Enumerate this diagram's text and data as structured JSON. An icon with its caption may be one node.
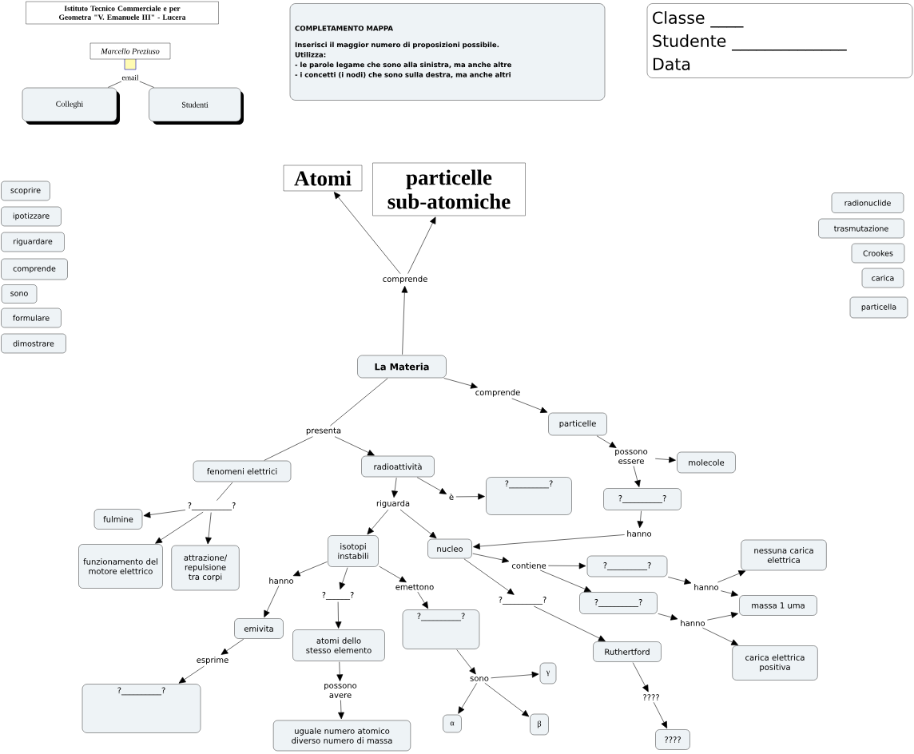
{
  "diagram": {
    "nodes": [
      {
        "text": [
          "Istituto Tecnico Commerciale e per Geometra \"V. Emanuele III\" - Lucera"
        ]
      },
      {
        "text": [
          "Marcello Preziuso"
        ]
      },
      {
        "text": [
          "email"
        ]
      },
      {
        "text": [
          "Colleghi"
        ]
      },
      {
        "text": [
          "Studenti"
        ]
      },
      {
        "text": [
          "COMPLETAMENTO MAPPA",
          "Inserisci il maggior numero di proposizioni possibile.",
          "Utilizza:",
          "- le parole legame che sono alla sinistra, ma anche altre",
          "- i concetti (i nodi) che sono sulla destra, ma anche altri"
        ]
      },
      {
        "text": [
          "Classe ____",
          "Studente ______________",
          "Data"
        ]
      },
      {
        "text": [
          "scoprire"
        ]
      },
      {
        "text": [
          "ipotizzare"
        ]
      },
      {
        "text": [
          "riguardare"
        ]
      },
      {
        "text": [
          "comprende"
        ]
      },
      {
        "text": [
          "sono"
        ]
      },
      {
        "text": [
          "formulare"
        ]
      },
      {
        "text": [
          "dimostrare"
        ]
      },
      {
        "text": [
          "radionuclide"
        ]
      },
      {
        "text": [
          "trasmutazione"
        ]
      },
      {
        "text": [
          "Crookes"
        ]
      },
      {
        "text": [
          "carica"
        ]
      },
      {
        "text": [
          "particella"
        ]
      },
      {
        "text": [
          "Atomi"
        ]
      },
      {
        "text": [
          "particelle sub-atomiche"
        ]
      },
      {
        "text": [
          "comprende"
        ]
      },
      {
        "text": [
          "La Materia"
        ]
      },
      {
        "text": [
          "comprende"
        ]
      },
      {
        "text": [
          "particelle"
        ]
      },
      {
        "text": [
          "possono essere"
        ]
      },
      {
        "text": [
          "molecole"
        ]
      },
      {
        "text": [
          "?__________?"
        ]
      },
      {
        "text": [
          "hanno"
        ]
      },
      {
        "text": [
          "presenta"
        ]
      },
      {
        "text": [
          "fenomeni elettrici"
        ]
      },
      {
        "text": [
          "radioattività"
        ]
      },
      {
        "text": [
          "?__________?"
        ]
      },
      {
        "text": [
          "fulmine"
        ]
      },
      {
        "text": [
          "funzionamento del motore elettrico"
        ]
      },
      {
        "text": [
          "attrazione/ repulsione tra corpi"
        ]
      },
      {
        "text": [
          "riguarda"
        ]
      },
      {
        "text": [
          "è"
        ]
      },
      {
        "text": [
          "?__________?"
        ]
      },
      {
        "text": [
          "isotopi instabili"
        ]
      },
      {
        "text": [
          "nucleo"
        ]
      },
      {
        "text": [
          "contiene"
        ]
      },
      {
        "text": [
          "?__________?"
        ]
      },
      {
        "text": [
          "?__________?"
        ]
      },
      {
        "text": [
          "hanno"
        ]
      },
      {
        "text": [
          "hanno"
        ]
      },
      {
        "text": [
          "nessuna carica elettrica"
        ]
      },
      {
        "text": [
          "massa 1 uma"
        ]
      },
      {
        "text": [
          "carica elettrica positiva"
        ]
      },
      {
        "text": [
          "hanno"
        ]
      },
      {
        "text": [
          "?______?"
        ]
      },
      {
        "text": [
          "emettono"
        ]
      },
      {
        "text": [
          "emivita"
        ]
      },
      {
        "text": [
          "atomi dello stesso elemento"
        ]
      },
      {
        "text": [
          "?__________?"
        ]
      },
      {
        "text": [
          "?__________?"
        ]
      },
      {
        "text": [
          "Ruthertford"
        ]
      },
      {
        "text": [
          "esprime"
        ]
      },
      {
        "text": [
          "?__________?"
        ]
      },
      {
        "text": [
          "possono avere"
        ]
      },
      {
        "text": [
          "uguale numero atomico diverso numero di massa"
        ]
      },
      {
        "text": [
          "sono"
        ]
      },
      {
        "text": [
          "γ"
        ]
      },
      {
        "text": [
          "α"
        ]
      },
      {
        "text": [
          "β"
        ]
      },
      {
        "text": [
          "????"
        ]
      },
      {
        "text": [
          "????"
        ]
      }
    ],
    "edges": [
      {
        "from": 2,
        "to": 3,
        "arrow": "none"
      },
      {
        "from": 2,
        "to": 4,
        "arrow": "none"
      },
      {
        "from": 22,
        "to": 21,
        "arrow": "to"
      },
      {
        "from": 21,
        "to": 19,
        "arrow": "to"
      },
      {
        "from": 21,
        "to": 20,
        "arrow": "to"
      },
      {
        "from": 22,
        "to": 23,
        "arrow": "to"
      },
      {
        "from": 23,
        "to": 24,
        "arrow": "to"
      },
      {
        "from": 24,
        "to": 25,
        "arrow": "to"
      },
      {
        "from": 25,
        "to": 26,
        "arrow": "to"
      },
      {
        "from": 25,
        "to": 27,
        "arrow": "to"
      },
      {
        "from": 27,
        "to": 28,
        "arrow": "to"
      },
      {
        "from": 28,
        "to": 40,
        "arrow": "to"
      },
      {
        "from": 22,
        "to": 29,
        "arrow": "none"
      },
      {
        "from": 29,
        "to": 30,
        "arrow": "none"
      },
      {
        "from": 29,
        "to": 31,
        "arrow": "to"
      },
      {
        "from": 30,
        "to": 32,
        "arrow": "none"
      },
      {
        "from": 32,
        "to": 33,
        "arrow": "to"
      },
      {
        "from": 32,
        "to": 34,
        "arrow": "to"
      },
      {
        "from": 32,
        "to": 35,
        "arrow": "to"
      },
      {
        "from": 31,
        "to": 36,
        "arrow": "to"
      },
      {
        "from": 31,
        "to": 37,
        "arrow": "to"
      },
      {
        "from": 37,
        "to": 38,
        "arrow": "to"
      },
      {
        "from": 36,
        "to": 39,
        "arrow": "to"
      },
      {
        "from": 36,
        "to": 40,
        "arrow": "to"
      },
      {
        "from": 40,
        "to": 41,
        "arrow": "to"
      },
      {
        "from": 41,
        "to": 42,
        "arrow": "to"
      },
      {
        "from": 41,
        "to": 43,
        "arrow": "to"
      },
      {
        "from": 42,
        "to": 44,
        "arrow": "to"
      },
      {
        "from": 43,
        "to": 45,
        "arrow": "to"
      },
      {
        "from": 44,
        "to": 46,
        "arrow": "to"
      },
      {
        "from": 44,
        "to": 47,
        "arrow": "to"
      },
      {
        "from": 45,
        "to": 47,
        "arrow": "to"
      },
      {
        "from": 45,
        "to": 48,
        "arrow": "to"
      },
      {
        "from": 40,
        "to": 55,
        "arrow": "to"
      },
      {
        "from": 55,
        "to": 56,
        "arrow": "to"
      },
      {
        "from": 56,
        "to": 65,
        "arrow": "to"
      },
      {
        "from": 65,
        "to": 66,
        "arrow": "to"
      },
      {
        "from": 39,
        "to": 49,
        "arrow": "to"
      },
      {
        "from": 39,
        "to": 50,
        "arrow": "to"
      },
      {
        "from": 39,
        "to": 51,
        "arrow": "to"
      },
      {
        "from": 49,
        "to": 52,
        "arrow": "to"
      },
      {
        "from": 50,
        "to": 53,
        "arrow": "to"
      },
      {
        "from": 51,
        "to": 54,
        "arrow": "to"
      },
      {
        "from": 52,
        "to": 57,
        "arrow": "to"
      },
      {
        "from": 57,
        "to": 58,
        "arrow": "to"
      },
      {
        "from": 53,
        "to": 59,
        "arrow": "to"
      },
      {
        "from": 59,
        "to": 60,
        "arrow": "to"
      },
      {
        "from": 54,
        "to": 61,
        "arrow": "to"
      },
      {
        "from": 61,
        "to": 62,
        "arrow": "to"
      },
      {
        "from": 61,
        "to": 63,
        "arrow": "to"
      },
      {
        "from": 61,
        "to": 64,
        "arrow": "to"
      }
    ]
  }
}
